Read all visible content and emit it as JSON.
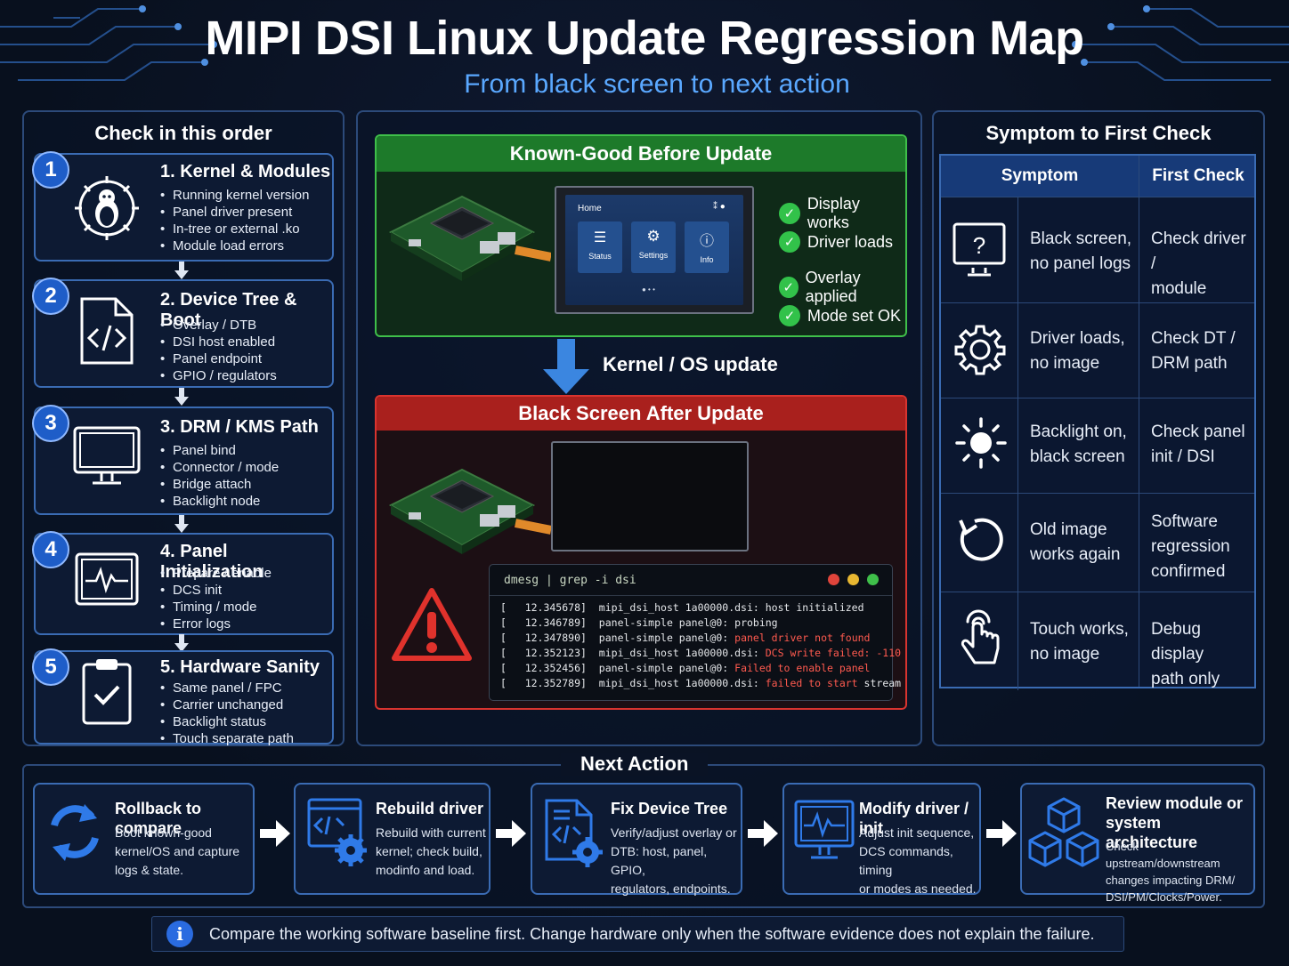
{
  "header": {
    "title": "MIPI DSI Linux Update Regression Map",
    "subtitle": "From black screen to next action"
  },
  "left_panel": {
    "title": "Check in this order",
    "steps": [
      {
        "number": "1",
        "title": "1. Kernel & Modules",
        "icon": "linux-gear-icon",
        "items": [
          "Running kernel version",
          "Panel driver present",
          "In-tree or external .ko",
          "Module load errors"
        ]
      },
      {
        "number": "2",
        "title": "2. Device Tree & Boot",
        "icon": "code-file-icon",
        "items": [
          "Overlay / DTB",
          "DSI host enabled",
          "Panel endpoint",
          "GPIO / regulators"
        ]
      },
      {
        "number": "3",
        "title": "3. DRM / KMS Path",
        "icon": "monitor-icon",
        "items": [
          "Panel bind",
          "Connector / mode",
          "Bridge attach",
          "Backlight node"
        ]
      },
      {
        "number": "4",
        "title": "4. Panel Initialization",
        "icon": "waveform-icon",
        "items": [
          "Prepare / enable",
          "DCS init",
          "Timing / mode",
          "Error logs"
        ]
      },
      {
        "number": "5",
        "title": "5. Hardware Sanity",
        "icon": "clipboard-check-icon",
        "items": [
          "Same panel / FPC",
          "Carrier unchanged",
          "Backlight status",
          "Touch separate path"
        ]
      }
    ]
  },
  "center": {
    "good": {
      "title": "Known-Good Before Update",
      "screen": {
        "home": "Home",
        "status": "Status",
        "settings": "Settings",
        "info": "Info"
      },
      "checks": [
        "Display works",
        "Driver loads",
        "Overlay applied",
        "Mode set OK"
      ]
    },
    "transition": "Kernel / OS update",
    "bad": {
      "title": "Black Screen After Update",
      "terminal_command": "dmesg | grep -i dsi",
      "log_lines": [
        {
          "ts": "[   12.345678]",
          "src": "mipi_dsi_host 1a00000.dsi:",
          "msg": "host initialized",
          "error": false
        },
        {
          "ts": "[   12.346789]",
          "src": "panel-simple panel@0:",
          "msg": "probing",
          "error": false
        },
        {
          "ts": "[   12.347890]",
          "src": "panel-simple panel@0:",
          "msg": "panel driver not found",
          "error": true
        },
        {
          "ts": "[   12.352123]",
          "src": "mipi_dsi_host 1a00000.dsi:",
          "msg": "DCS write failed: -110",
          "error": true
        },
        {
          "ts": "[   12.352456]",
          "src": "panel-simple panel@0:",
          "msg": "Failed to enable panel",
          "error": true
        },
        {
          "ts": "[   12.352789]",
          "src": "mipi_dsi_host 1a00000.dsi:",
          "msg": "failed to start",
          "tail": "stream",
          "error": true
        }
      ]
    }
  },
  "right_panel": {
    "title": "Symptom to First Check",
    "col_symptom": "Symptom",
    "col_check": "First Check",
    "rows": [
      {
        "icon": "question-monitor-icon",
        "symptom": [
          "Black screen,",
          "no panel logs"
        ],
        "check": [
          "Check driver /",
          "module"
        ]
      },
      {
        "icon": "gear-icon",
        "symptom": [
          "Driver loads,",
          "no image"
        ],
        "check": [
          "Check DT /",
          "DRM path"
        ]
      },
      {
        "icon": "sun-icon",
        "symptom": [
          "Backlight on,",
          "black screen"
        ],
        "check": [
          "Check panel",
          "init / DSI"
        ]
      },
      {
        "icon": "rollback-icon",
        "symptom": [
          "Old image",
          "works again"
        ],
        "check": [
          "Software",
          "regression",
          "confirmed"
        ]
      },
      {
        "icon": "touch-hand-icon",
        "symptom": [
          "Touch works,",
          "no image"
        ],
        "check": [
          "Debug display",
          "path only"
        ]
      }
    ]
  },
  "next_action": {
    "title": "Next Action",
    "actions": [
      {
        "icon": "refresh-icon",
        "title": "Rollback to compare",
        "desc": [
          "Boot known-good",
          "kernel/OS and capture",
          "logs & state."
        ]
      },
      {
        "icon": "code-gear-icon",
        "title": "Rebuild driver",
        "desc": [
          "Rebuild with current",
          "kernel; check build,",
          "modinfo and load."
        ]
      },
      {
        "icon": "file-gear-icon",
        "title": "Fix Device Tree",
        "desc": [
          "Verify/adjust overlay or",
          "DTB: host, panel, GPIO,",
          "regulators, endpoints."
        ]
      },
      {
        "icon": "monitor-wave-icon",
        "title": "Modify driver / init",
        "desc": [
          "Adjust init sequence,",
          "DCS commands, timing",
          "or modes as needed."
        ]
      },
      {
        "icon": "cubes-icon",
        "title": [
          "Review module or",
          "system architecture"
        ],
        "desc": [
          "Check upstream/downstream",
          "changes impacting DRM/",
          "DSI/PM/Clocks/Power."
        ]
      }
    ]
  },
  "footer_note": "Compare the working software baseline first. Change hardware only when the software evidence does not explain the failure.",
  "colors": {
    "accent": "#5aa8ff",
    "good": "#3fbf4a",
    "bad": "#d9342f",
    "border": "#3a6bb3"
  }
}
